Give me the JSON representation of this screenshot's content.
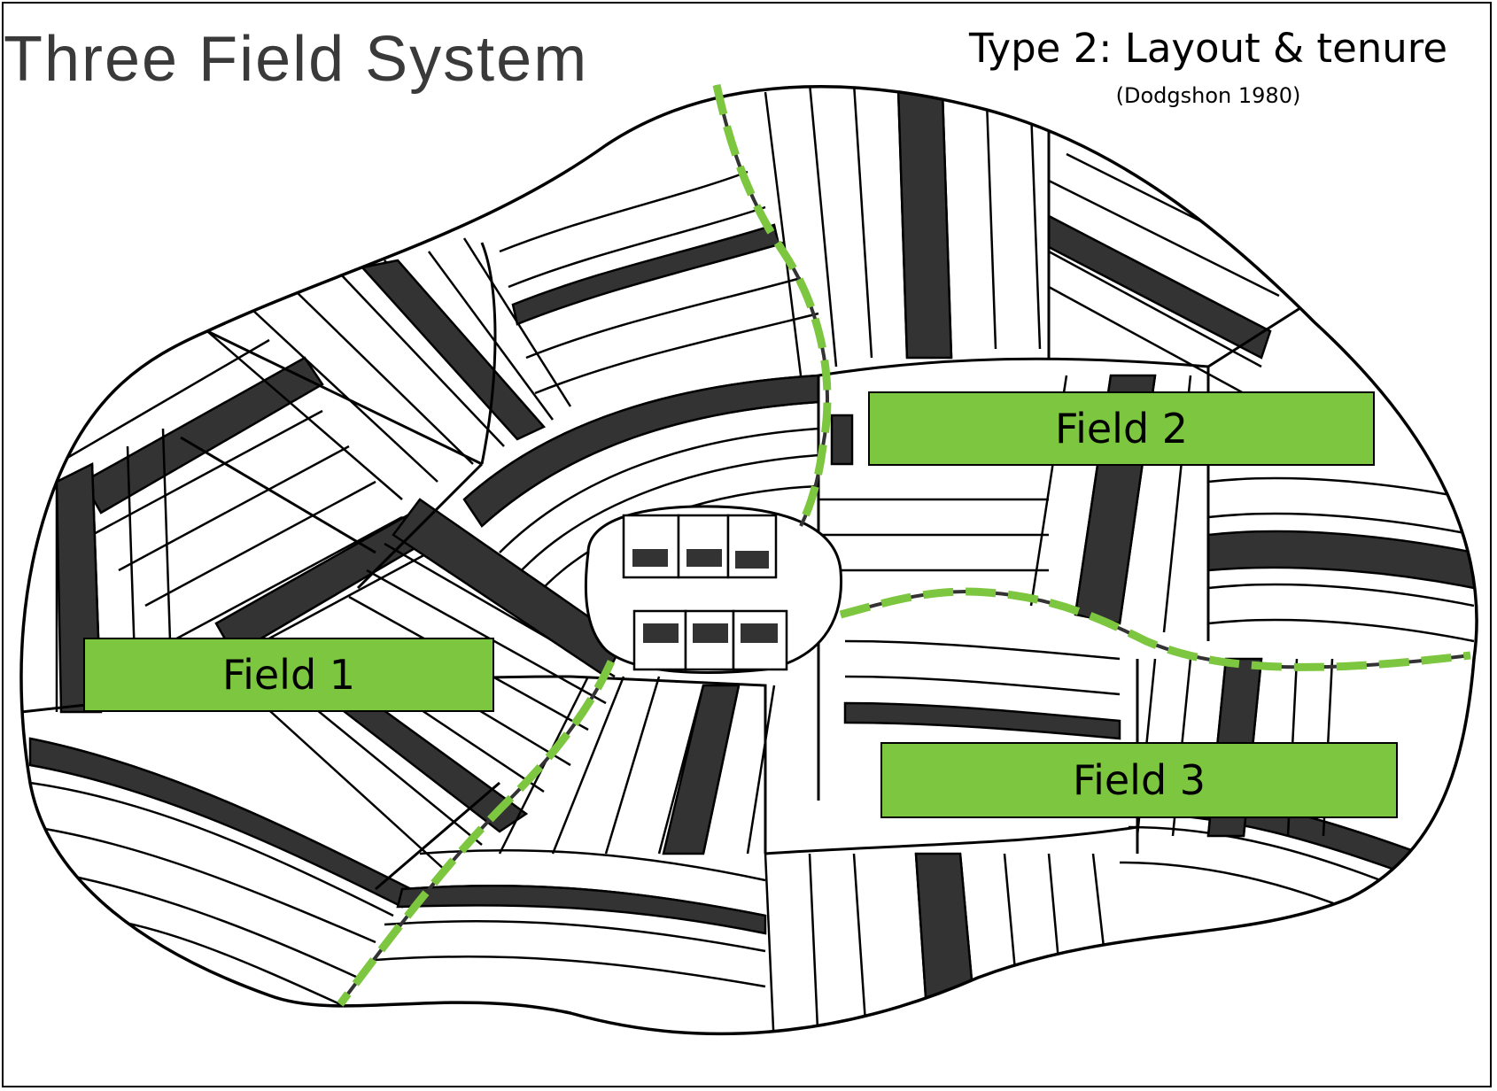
{
  "header": {
    "title": "Three Field System",
    "subtitle": "Type 2: Layout & tenure",
    "citation": "(Dodgshon 1980)"
  },
  "fields": [
    {
      "label": "Field 1"
    },
    {
      "label": "Field 2"
    },
    {
      "label": "Field 3"
    }
  ],
  "colors": {
    "field_label_fill": "#7dc63f",
    "boundary": "#7dc63f",
    "strip_dark": "#333333",
    "outline": "#000000"
  }
}
